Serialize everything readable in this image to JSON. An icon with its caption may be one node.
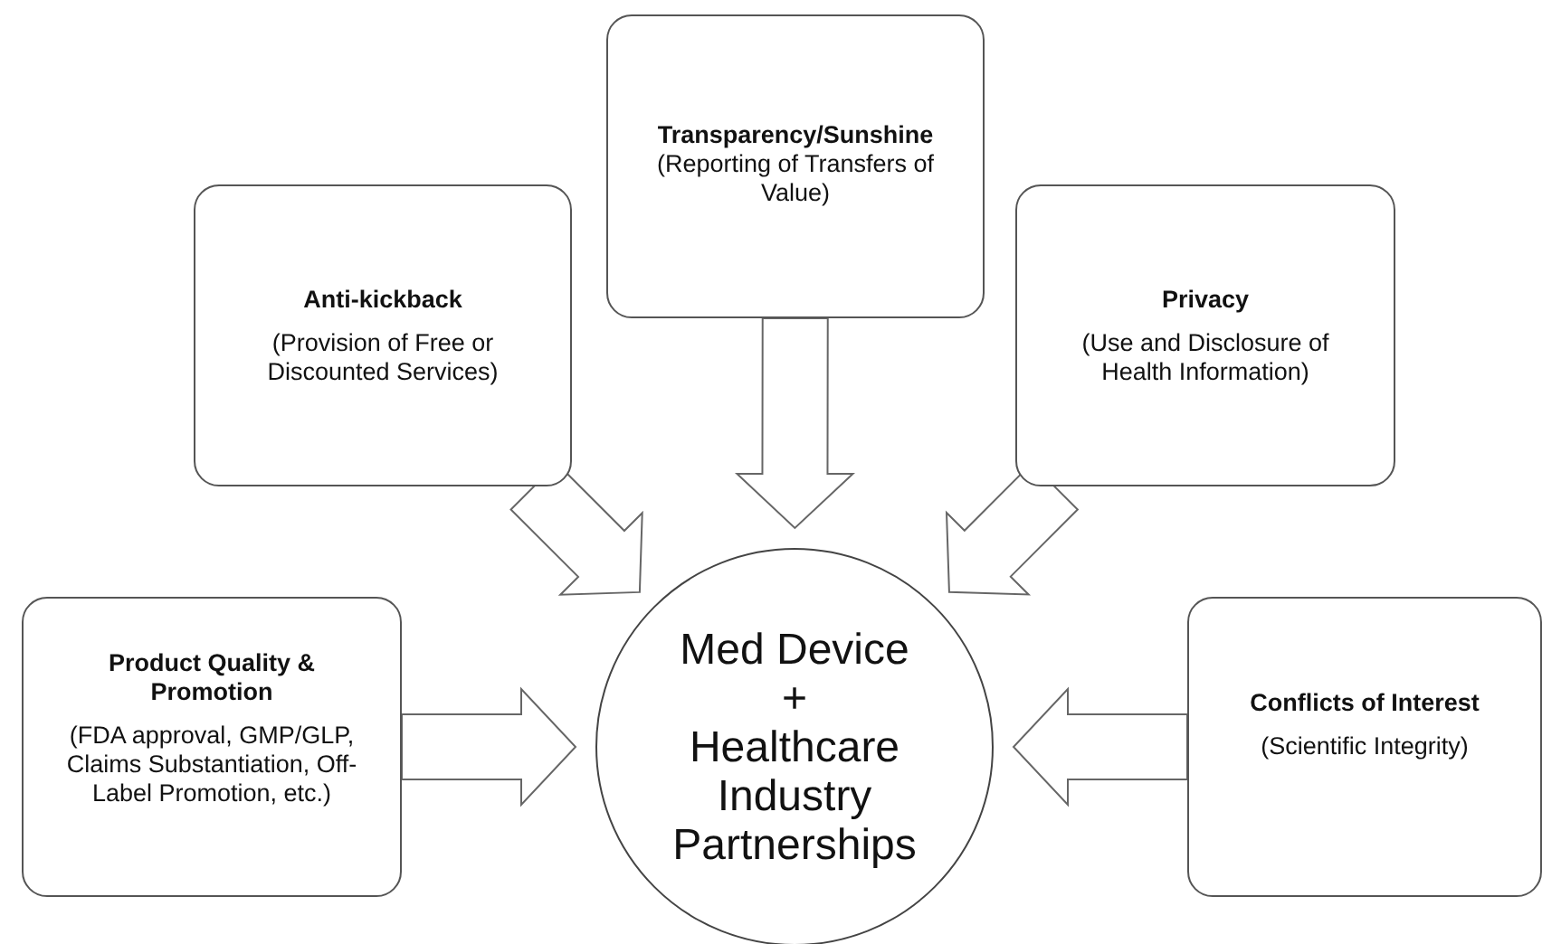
{
  "diagram": {
    "nodes": [
      {
        "text": [
          "Transparency/Sunshine",
          "(Reporting of Transfers of Value)"
        ]
      },
      {
        "text": [
          "Anti-kickback",
          "(Provision of Free or Discounted Services)"
        ]
      },
      {
        "text": [
          "Privacy",
          "(Use and Disclosure of Health Information)"
        ]
      },
      {
        "text": [
          "Product Quality & Promotion",
          "(FDA approval, GMP/GLP, Claims Substantiation, Off-Label Promotion, etc.)"
        ]
      },
      {
        "text": [
          "Med Device + Healthcare Industry Partnerships"
        ]
      },
      {
        "text": [
          "Conflicts of Interest",
          "(Scientific Integrity)"
        ]
      }
    ],
    "edges": [
      {
        "from": 0,
        "to": 4,
        "arrow": "to"
      },
      {
        "from": 1,
        "to": 4,
        "arrow": "to"
      },
      {
        "from": 2,
        "to": 4,
        "arrow": "to"
      },
      {
        "from": 3,
        "to": 4,
        "arrow": "to"
      },
      {
        "from": 5,
        "to": 4,
        "arrow": "to"
      }
    ]
  }
}
